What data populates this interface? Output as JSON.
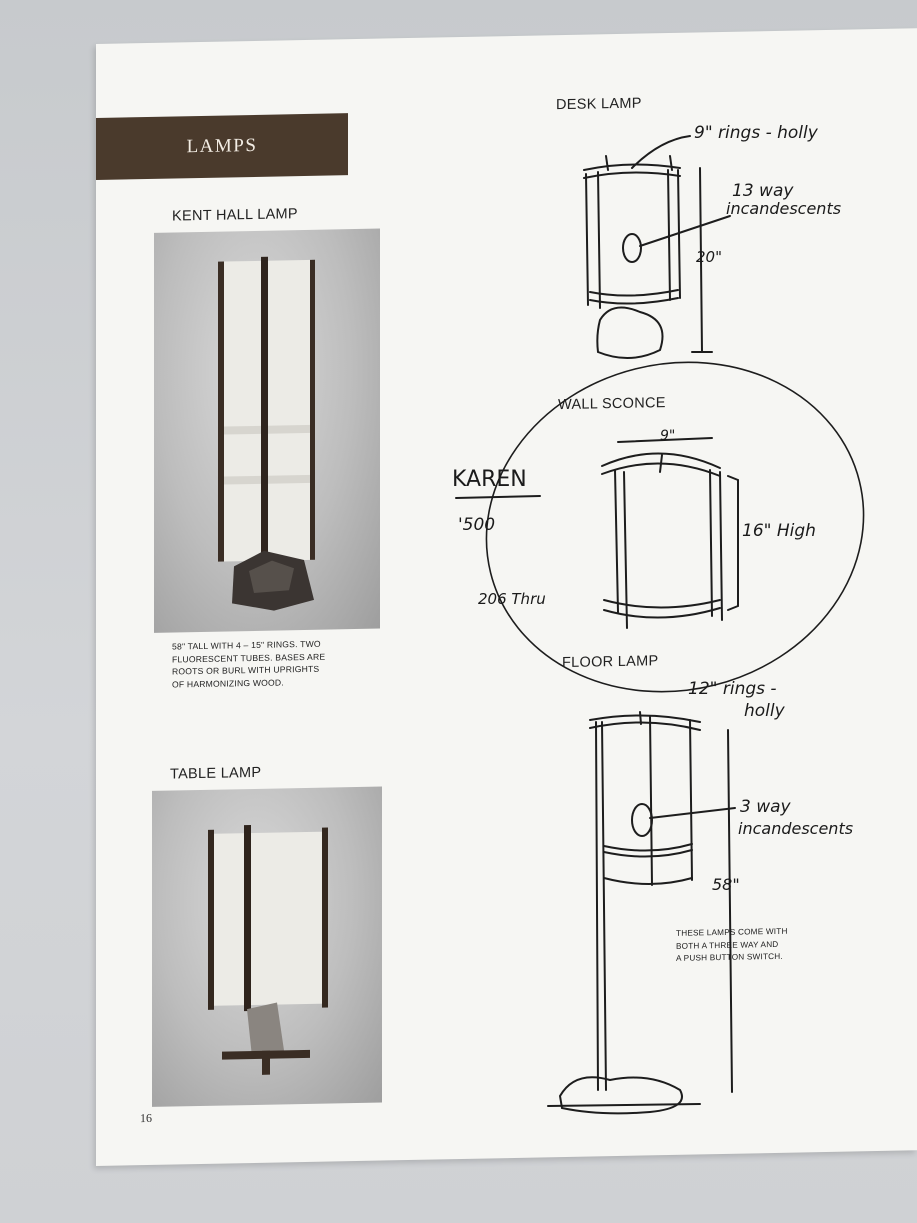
{
  "section_title": "LAMPS",
  "page_number": "16",
  "kent_hall": {
    "heading": "KENT HALL LAMP",
    "caption_lines": [
      "58\" TALL WITH 4 – 15\" RINGS. TWO",
      "FLUORESCENT TUBES. BASES ARE",
      "ROOTS OR BURL WITH UPRIGHTS",
      "OF HARMONIZING WOOD."
    ]
  },
  "table_lamp": {
    "heading": "TABLE LAMP"
  },
  "desk_lamp": {
    "heading": "DESK LAMP",
    "notes": [
      "9\" rings - holly",
      "13 way",
      "incandescents",
      "20\""
    ]
  },
  "wall_sconce": {
    "heading": "WALL SCONCE",
    "notes": [
      "9\"",
      "16\" High"
    ]
  },
  "floor_lamp": {
    "heading": "FLOOR LAMP",
    "notes": [
      "12\" rings -",
      "holly",
      "3 way",
      "incandescents",
      "58\""
    ],
    "caption_lines": [
      "THESE LAMPS COME WITH",
      "BOTH A THREE WAY AND",
      "A PUSH BUTTON SWITCH."
    ]
  },
  "handwritten_left": [
    "KAREN",
    "'500",
    "206 Thru"
  ]
}
